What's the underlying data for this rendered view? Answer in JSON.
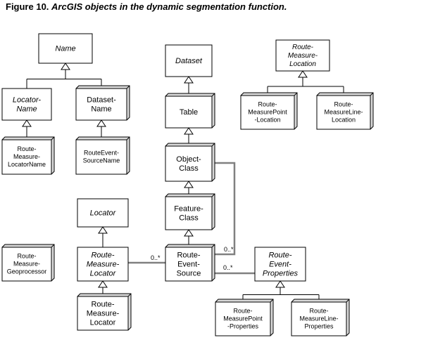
{
  "figure": {
    "label": "Figure 10.",
    "caption": "ArcGIS objects in the dynamic segmentation function."
  },
  "nodes": [
    {
      "id": "name",
      "lines": [
        "Name"
      ],
      "italic": true
    },
    {
      "id": "locator-name",
      "lines": [
        "Locator-",
        "Name"
      ],
      "italic": true
    },
    {
      "id": "dataset-name",
      "lines": [
        "Dataset-",
        "Name"
      ],
      "italic": false
    },
    {
      "id": "route-measure-locator-name",
      "lines": [
        "Route-",
        "Measure-",
        "LocatorName"
      ],
      "italic": false
    },
    {
      "id": "route-event-source-name",
      "lines": [
        "RouteEvent-",
        "SourceName"
      ],
      "italic": false
    },
    {
      "id": "dataset",
      "lines": [
        "Dataset"
      ],
      "italic": true
    },
    {
      "id": "table",
      "lines": [
        "Table"
      ],
      "italic": false
    },
    {
      "id": "object-class",
      "lines": [
        "Object-",
        "Class"
      ],
      "italic": false
    },
    {
      "id": "feature-class",
      "lines": [
        "Feature-",
        "Class"
      ],
      "italic": false
    },
    {
      "id": "route-event-source",
      "lines": [
        "Route-",
        "Event-",
        "Source"
      ],
      "italic": false
    },
    {
      "id": "route-measure-location",
      "lines": [
        "Route-",
        "Measure-",
        "Location"
      ],
      "italic": true
    },
    {
      "id": "route-measure-point-location",
      "lines": [
        "Route-",
        "MeasurePoint",
        "-Location"
      ],
      "italic": false
    },
    {
      "id": "route-measure-line-location",
      "lines": [
        "Route-",
        "MeasureLine-",
        "Location"
      ],
      "italic": false
    },
    {
      "id": "locator",
      "lines": [
        "Locator"
      ],
      "italic": true
    },
    {
      "id": "route-measure-geoprocessor",
      "lines": [
        "Route-",
        "Measure-",
        "Geoprocessor"
      ],
      "italic": false
    },
    {
      "id": "route-measure-locator-abstract",
      "lines": [
        "Route-",
        "Measure-",
        "Locator"
      ],
      "italic": true
    },
    {
      "id": "route-measure-locator",
      "lines": [
        "Route-",
        "Measure-",
        "Locator"
      ],
      "italic": false
    },
    {
      "id": "route-event-properties",
      "lines": [
        "Route-",
        "Event-",
        "Properties"
      ],
      "italic": true
    },
    {
      "id": "route-measure-point-properties",
      "lines": [
        "Route-",
        "MeasurePoint",
        "-Properties"
      ],
      "italic": false
    },
    {
      "id": "route-measure-line-properties",
      "lines": [
        "Route-",
        "MeasureLine-",
        "Properties"
      ],
      "italic": false
    }
  ],
  "inheritance": [
    {
      "parent": "name",
      "children": [
        "locator-name",
        "dataset-name"
      ]
    },
    {
      "parent": "locator-name",
      "children": [
        "route-measure-locator-name"
      ]
    },
    {
      "parent": "dataset-name",
      "children": [
        "route-event-source-name"
      ]
    },
    {
      "parent": "dataset",
      "children": [
        "table"
      ]
    },
    {
      "parent": "table",
      "children": [
        "object-class"
      ]
    },
    {
      "parent": "object-class",
      "children": [
        "feature-class"
      ]
    },
    {
      "parent": "feature-class",
      "children": [
        "route-event-source"
      ]
    },
    {
      "parent": "route-measure-location",
      "children": [
        "route-measure-point-location",
        "route-measure-line-location"
      ]
    },
    {
      "parent": "locator",
      "children": [
        "route-measure-locator-abstract"
      ]
    },
    {
      "parent": "route-measure-locator-abstract",
      "children": [
        "route-measure-locator"
      ]
    },
    {
      "parent": "route-event-properties",
      "children": [
        "route-measure-point-properties",
        "route-measure-line-properties"
      ]
    }
  ],
  "associations": [
    {
      "from": "route-measure-locator-abstract",
      "to": "route-event-source",
      "multiplicity": "0..*"
    },
    {
      "from": "object-class",
      "to": "route-event-source",
      "multiplicity": "0..*"
    },
    {
      "from": "route-event-source",
      "to": "route-event-properties",
      "multiplicity": "0..*"
    }
  ]
}
